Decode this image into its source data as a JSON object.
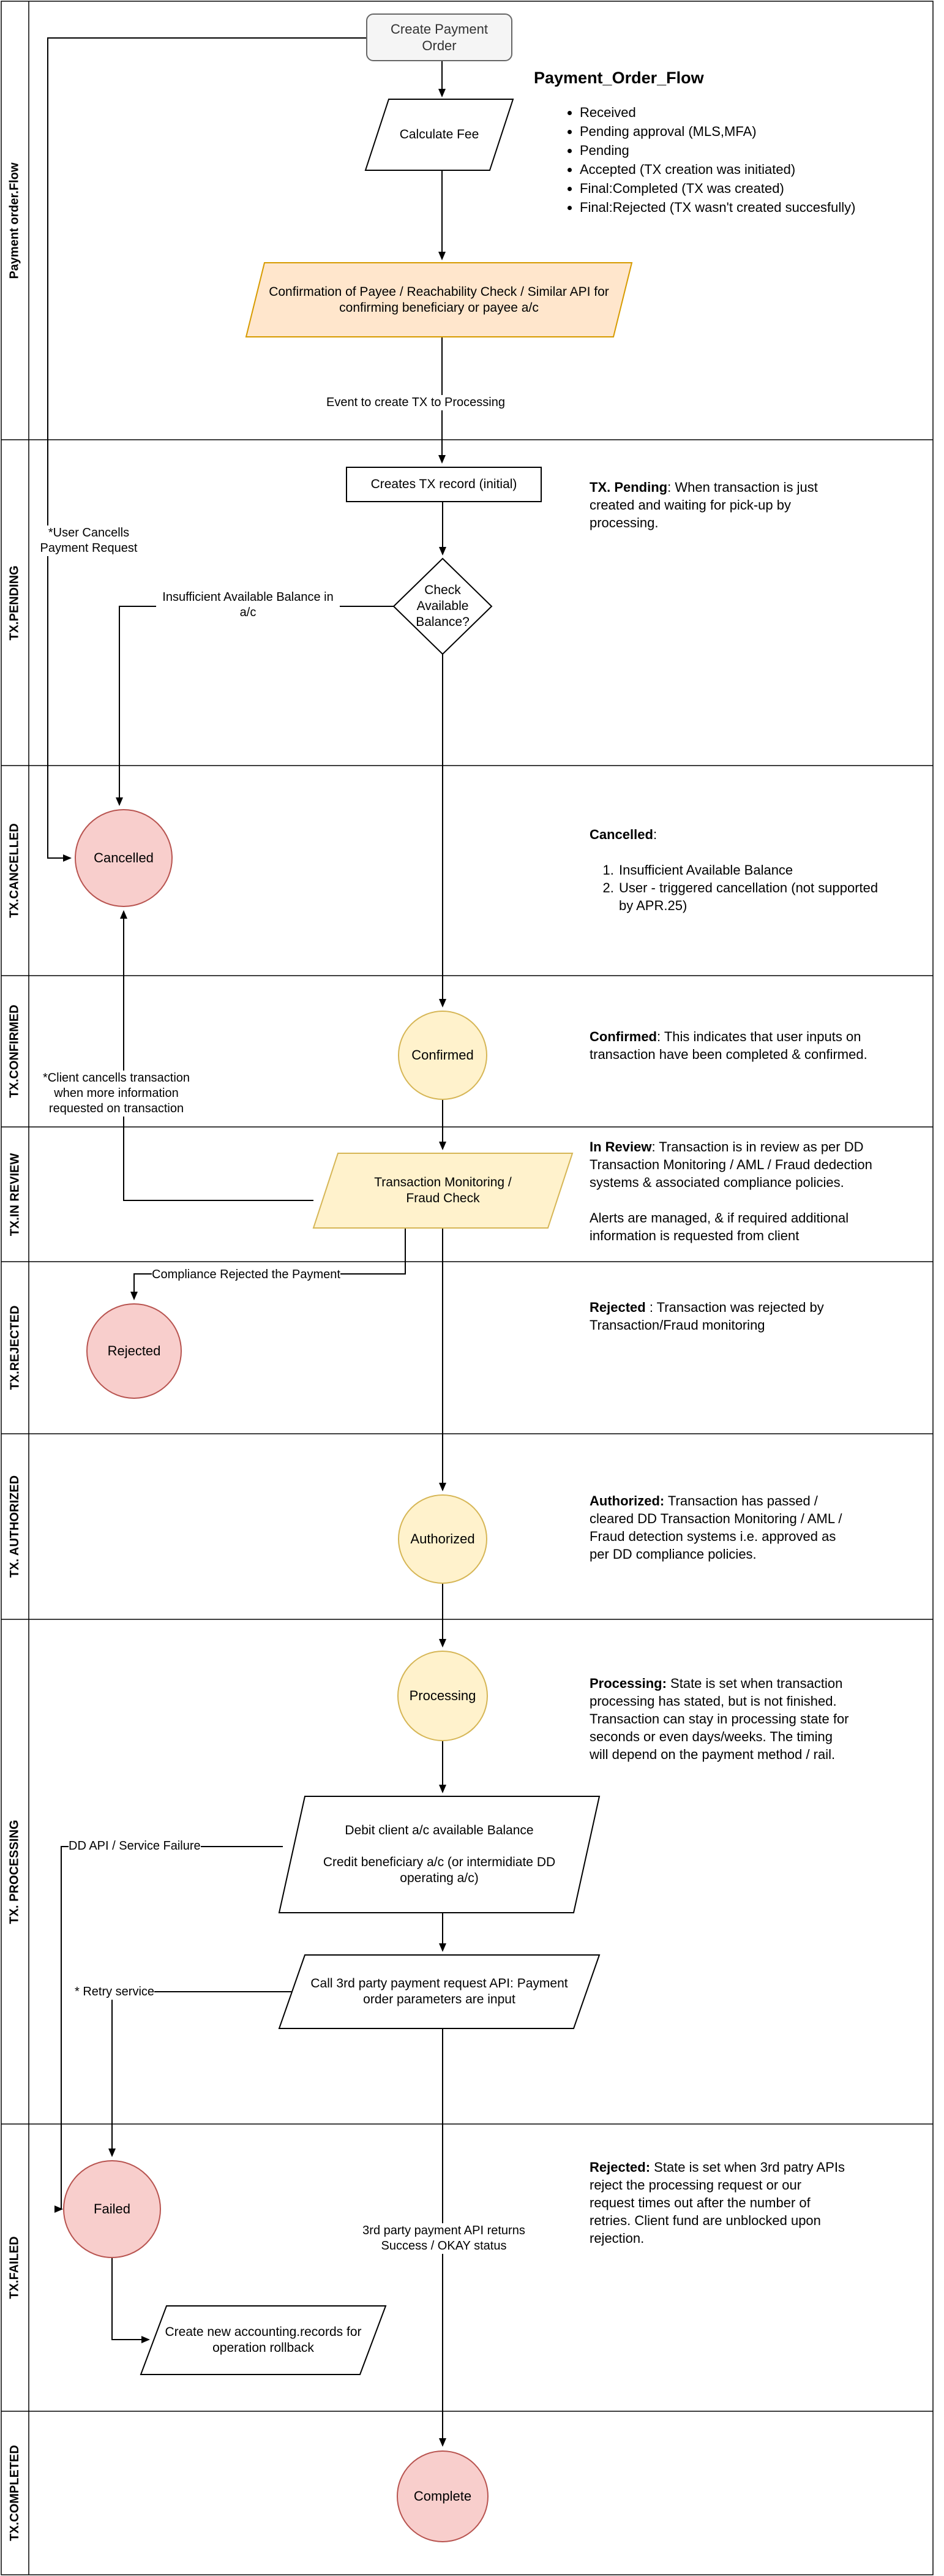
{
  "lanes": [
    {
      "label": "Payment order.Flow"
    },
    {
      "label": "TX.PENDING"
    },
    {
      "label": "TX.CANCELLED"
    },
    {
      "label": "TX.CONFIRMED"
    },
    {
      "label": "TX.IN REVIEW"
    },
    {
      "label": "TX.REJECTED"
    },
    {
      "label": "TX. AUTHORIZED"
    },
    {
      "label": "TX. PROCESSING"
    },
    {
      "label": "TX.FAILED"
    },
    {
      "label": "TX.COMPLETED"
    }
  ],
  "nodes": {
    "create_order": "Create Payment Order",
    "calculate_fee": "Calculate Fee",
    "cop_check": "Confirmation of Payee / Reachability Check / Similar API for confirming beneficiary or payee a/c",
    "creates_tx": "Creates TX record (initial)",
    "check_balance": "Check Available Balance?",
    "cancelled": "Cancelled",
    "confirmed": "Confirmed",
    "tx_monitoring": "Transaction Monitoring / Fraud Check",
    "rejected": "Rejected",
    "authorized": "Authorized",
    "processing": "Processing",
    "debit_line1": "Debit client a/c available Balance",
    "debit_line2": "Credit beneficiary a/c (or intermidiate DD operating a/c)",
    "call_api": "Call 3rd party payment request API: Payment order parameters are input",
    "failed": "Failed",
    "rollback": "Create new accounting.records for operation rollback",
    "complete": "Complete"
  },
  "edge_labels": {
    "event_create_tx": "Event to create TX to Processing",
    "user_cancels": "*User Cancells Payment Request",
    "insufficient": "Insufficient Available Balance in a/c",
    "client_cancels": "*Client cancells transaction when more information requested on transaction",
    "compliance_rejected": "Compliance Rejected the Payment",
    "dd_api_failure": "DD API / Service Failure",
    "retry": "* Retry service",
    "api_returns": "3rd party payment API returns Success / OKAY status"
  },
  "flow_notes": {
    "title": "Payment_Order_Flow",
    "items": [
      "Received",
      "Pending approval (MLS,MFA)",
      "Pending",
      "Accepted (TX creation was initiated)",
      "Final:Completed (TX was created)",
      "Final:Rejected (TX wasn't created succesfully)"
    ]
  },
  "notes": {
    "pending": {
      "bold": "TX. Pending",
      "line1": ": When transaction is just",
      "lines": [
        "created and waiting for pick-up by",
        "processing."
      ]
    },
    "cancelled": {
      "bold": "Cancelled",
      "rest": ":",
      "item1": "Insufficient Available Balance",
      "item2_line1": "User - triggered cancellation (not supported",
      "item2_line2": "by APR.25)"
    },
    "confirmed": {
      "bold": "Confirmed",
      "line1": ": This indicates that user inputs on",
      "lines": [
        "transaction have been completed & confirmed."
      ]
    },
    "inreview": {
      "bold": "In Review",
      "line1": ": Transaction is in review as per DD",
      "lines": [
        "Transaction Monitoring / AML / Fraud dedection",
        "systems & associated compliance policies."
      ],
      "para2_lines": [
        "Alerts are managed, & if required additional",
        "information is requested from client"
      ]
    },
    "rejected": {
      "bold": "Rejected",
      "line1": " : Transaction was rejected by",
      "lines": [
        "Transaction/Fraud monitoring"
      ]
    },
    "authorized": {
      "bold": "Authorized:",
      "line1": " Transaction has passed /",
      "lines": [
        "cleared DD Transaction Monitoring / AML /",
        "Fraud detection systems i.e. approved as",
        "per DD compliance policies."
      ]
    },
    "processing": {
      "bold": "Processing:",
      "line1": " State is set when transaction",
      "lines": [
        "processing has stated, but is not finished.",
        "Transaction can stay in processing state for",
        "seconds or even days/weeks. The timing",
        "will depend on the payment method / rail."
      ]
    },
    "failed": {
      "bold": "Rejected:",
      "line1": " State is set when 3rd patry APIs",
      "lines": [
        "reject the processing request or our",
        "request times out after the number of",
        "retries. Client fund are unblocked upon",
        "rejection."
      ]
    }
  },
  "colors": {
    "pink_fill": "#f8cecc",
    "pink_border": "#b85450",
    "yellow_fill": "#fff2cc",
    "yellow_border": "#d6b656",
    "orange_fill": "#ffe6cc",
    "orange_border": "#d79b00",
    "gray_fill": "#f5f5f5",
    "gray_border": "#666666",
    "line": "#000000"
  }
}
